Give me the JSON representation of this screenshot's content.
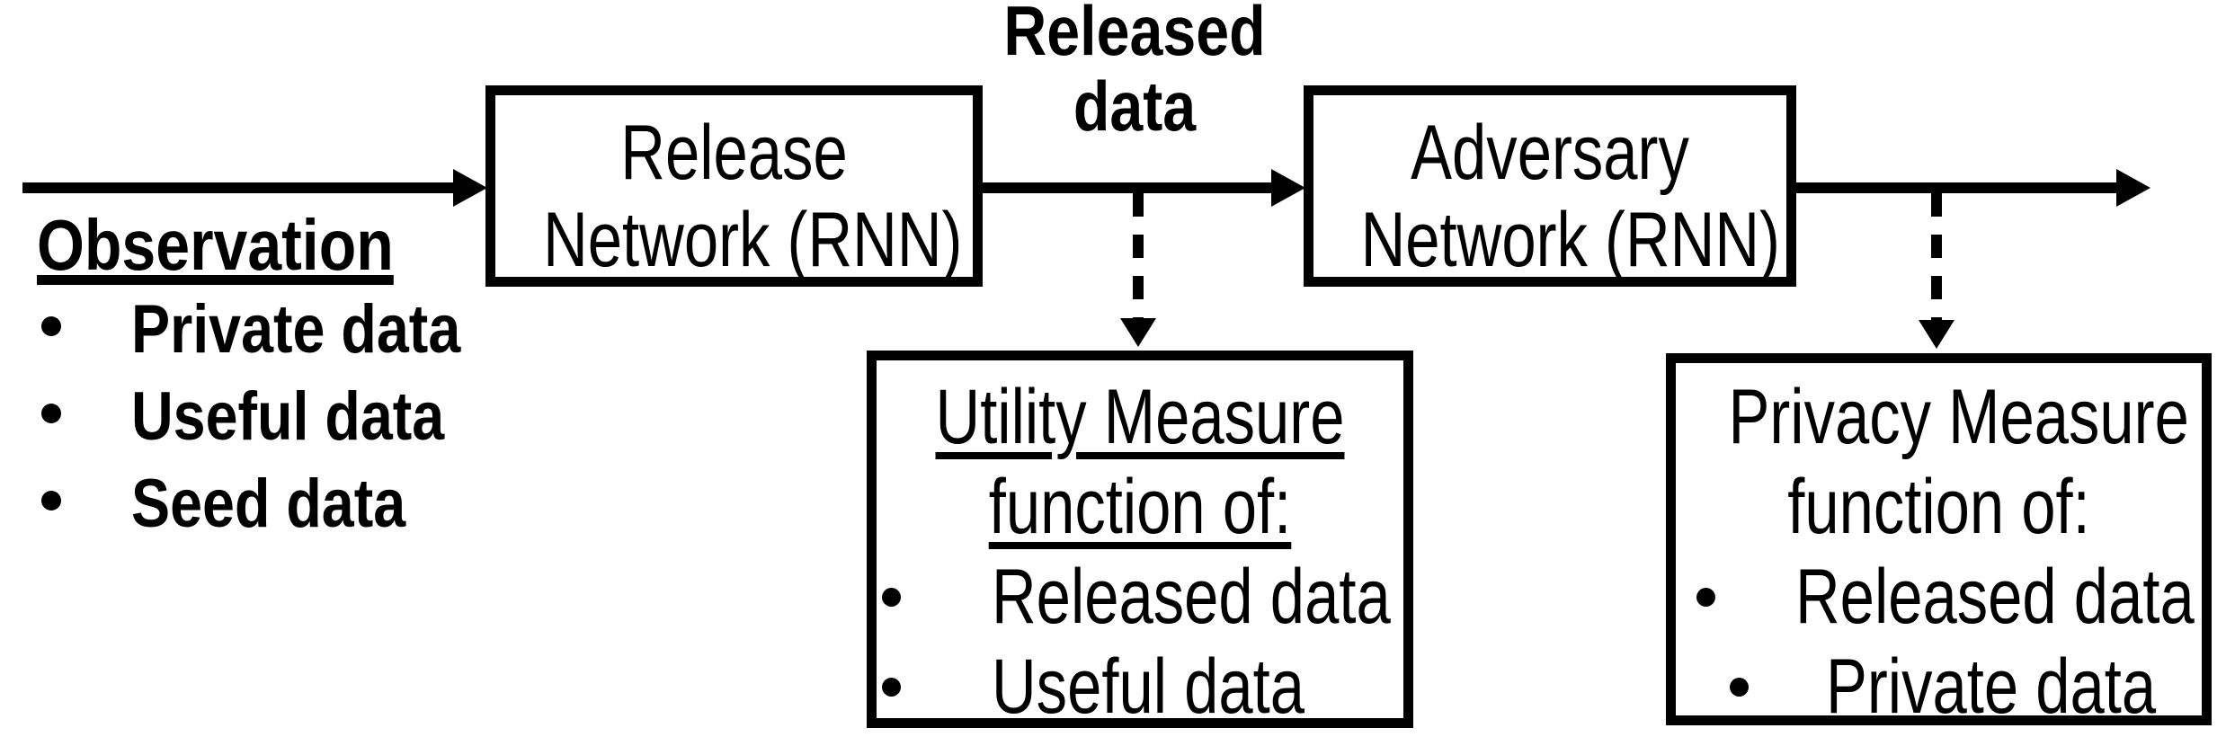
{
  "diagram": {
    "colors": {
      "ink": "#000000",
      "background": "#ffffff"
    },
    "observation": {
      "title": "Observation",
      "items": [
        "Private data",
        "Useful data",
        "Seed data"
      ]
    },
    "released_data_label": {
      "line1": "Released",
      "line2": "data"
    },
    "release_box": {
      "line1": "Release",
      "line2": "Network (RNN)"
    },
    "adversary_box": {
      "line1": "Adversary",
      "line2": "Network (RNN)"
    },
    "utility_box": {
      "title_line1": "Utility Measure",
      "title_line2": "function of:",
      "items": [
        "Released data",
        "Useful data"
      ]
    },
    "privacy_box": {
      "title_line1": "Privacy Measure",
      "title_line2": "function of:",
      "items": [
        "Released data",
        "Private data"
      ]
    }
  }
}
